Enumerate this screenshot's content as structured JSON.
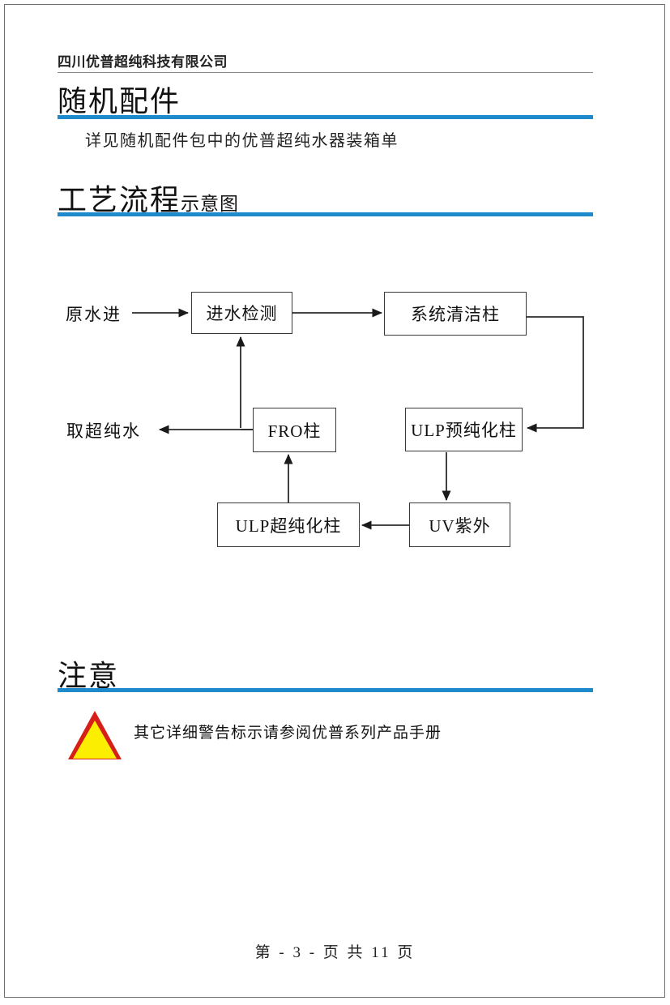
{
  "document": {
    "company_header": "四川优普超纯科技有限公司",
    "accent_color": "#1f8acb",
    "rule_color": "#8a8a8a",
    "page_border_color": "#6f6f6f"
  },
  "sections": [
    {
      "heading_main": "随机配件",
      "heading_sub": "",
      "body": "详见随机配件包中的优普超纯水器装箱单"
    },
    {
      "heading_main": "工艺流程",
      "heading_sub": "示意图",
      "body": ""
    },
    {
      "heading_main": "注意",
      "heading_sub": "",
      "body": "其它详细警告标示请参阅优普系列产品手册"
    }
  ],
  "diagram": {
    "type": "flowchart",
    "title": "工艺流程示意图",
    "nodes": [
      {
        "id": "inlet_label",
        "label": "原水进",
        "kind": "label"
      },
      {
        "id": "feed_check",
        "label": "进水检测",
        "kind": "box"
      },
      {
        "id": "clean_column",
        "label": "系统清洁柱",
        "kind": "box"
      },
      {
        "id": "pre_purify",
        "label": "ULP预纯化柱",
        "kind": "box"
      },
      {
        "id": "uv",
        "label": "UV紫外",
        "kind": "box"
      },
      {
        "id": "ultra_purify",
        "label": "ULP超纯化柱",
        "kind": "box"
      },
      {
        "id": "fro",
        "label": "FRO柱",
        "kind": "box"
      },
      {
        "id": "outlet_label",
        "label": "取超纯水",
        "kind": "label"
      }
    ],
    "edges": [
      {
        "from": "inlet_label",
        "to": "feed_check"
      },
      {
        "from": "feed_check",
        "to": "clean_column"
      },
      {
        "from": "clean_column",
        "to": "pre_purify"
      },
      {
        "from": "pre_purify",
        "to": "uv"
      },
      {
        "from": "uv",
        "to": "ultra_purify"
      },
      {
        "from": "ultra_purify",
        "to": "fro"
      },
      {
        "from": "fro",
        "to": "outlet_label"
      },
      {
        "from": "fro",
        "to": "feed_check"
      }
    ]
  },
  "notice": {
    "icon": "warning-triangle-icon",
    "triangle_fill": "#fbee00",
    "triangle_stroke": "#d61f16",
    "text": "其它详细警告标示请参阅优普系列产品手册"
  },
  "footer": {
    "text": "第 - 3 - 页   共 11 页",
    "page_number": "3",
    "total_pages": "11"
  }
}
